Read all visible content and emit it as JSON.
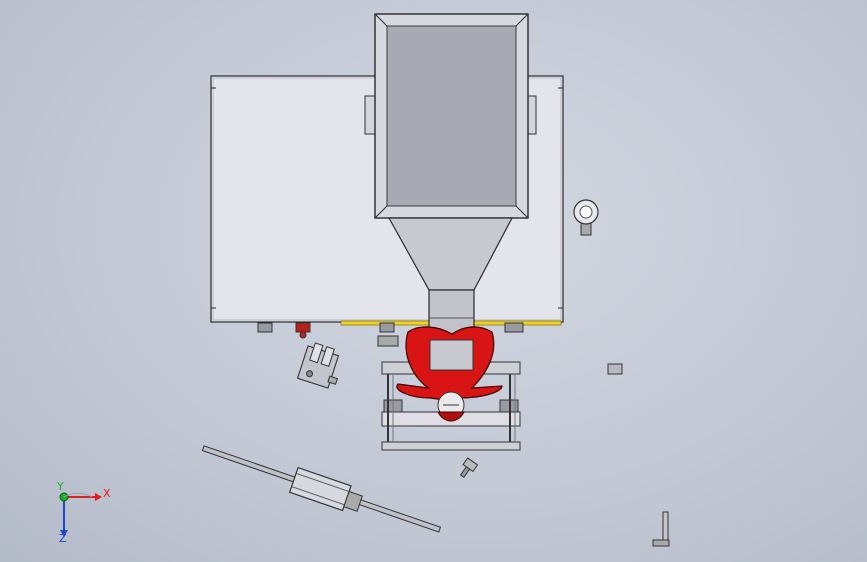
{
  "triad": {
    "x_label": "X",
    "y_label": "Y",
    "z_label": "Z",
    "colors": {
      "x": "#e0201a",
      "y": "#18b428",
      "z": "#1e46c8"
    }
  },
  "colors": {
    "background": "#c6ccd8",
    "cabinet": "#e4e4ec",
    "hopper_outer": "#d8d8e0",
    "hopper_inner": "#a9a9b3",
    "accent_red": "#d81414",
    "accent_yellow": "#f2d21e"
  }
}
